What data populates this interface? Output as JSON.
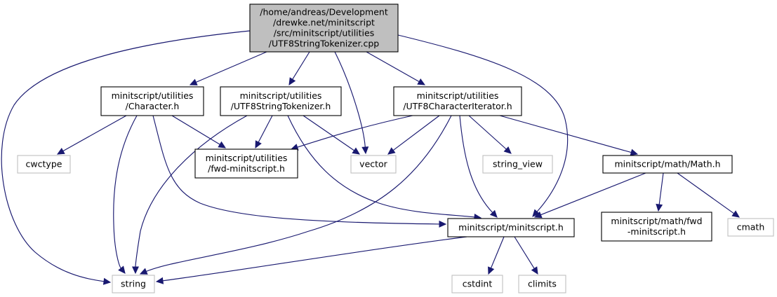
{
  "diagram": {
    "nodes": [
      {
        "id": "root",
        "lines": [
          "/home/andreas/Development",
          "/drewke.net/minitscript",
          "/src/minitscript/utilities",
          "/UTF8StringTokenizer.cpp"
        ],
        "style": "focus"
      },
      {
        "id": "character_h",
        "lines": [
          "minitscript/utilities",
          "/Character.h"
        ],
        "style": "local"
      },
      {
        "id": "utf8stringtokenizer_h",
        "lines": [
          "minitscript/utilities",
          "/UTF8StringTokenizer.h"
        ],
        "style": "local"
      },
      {
        "id": "utf8characteriterator_h",
        "lines": [
          "minitscript/utilities",
          "/UTF8CharacterIterator.h"
        ],
        "style": "local"
      },
      {
        "id": "cwctype",
        "lines": [
          "cwctype"
        ],
        "style": "external"
      },
      {
        "id": "fwd_minitscript_utilities",
        "lines": [
          "minitscript/utilities",
          "/fwd-minitscript.h"
        ],
        "style": "local"
      },
      {
        "id": "vector",
        "lines": [
          "vector"
        ],
        "style": "external"
      },
      {
        "id": "string_view",
        "lines": [
          "string_view"
        ],
        "style": "external"
      },
      {
        "id": "math_h",
        "lines": [
          "minitscript/math/Math.h"
        ],
        "style": "local"
      },
      {
        "id": "minitscript_h",
        "lines": [
          "minitscript/minitscript.h"
        ],
        "style": "local"
      },
      {
        "id": "math_fwd",
        "lines": [
          "minitscript/math/fwd",
          "-minitscript.h"
        ],
        "style": "local"
      },
      {
        "id": "cmath",
        "lines": [
          "cmath"
        ],
        "style": "external"
      },
      {
        "id": "string",
        "lines": [
          "string"
        ],
        "style": "external"
      },
      {
        "id": "cstdint",
        "lines": [
          "cstdint"
        ],
        "style": "external"
      },
      {
        "id": "climits",
        "lines": [
          "climits"
        ],
        "style": "external"
      }
    ],
    "edges": [
      [
        "root",
        "character_h"
      ],
      [
        "root",
        "utf8stringtokenizer_h"
      ],
      [
        "root",
        "vector"
      ],
      [
        "root",
        "utf8characteriterator_h"
      ],
      [
        "root",
        "minitscript_h"
      ],
      [
        "root",
        "string"
      ],
      [
        "character_h",
        "cwctype"
      ],
      [
        "character_h",
        "fwd_minitscript_utilities"
      ],
      [
        "character_h",
        "string"
      ],
      [
        "character_h",
        "minitscript_h"
      ],
      [
        "utf8stringtokenizer_h",
        "fwd_minitscript_utilities"
      ],
      [
        "utf8stringtokenizer_h",
        "vector"
      ],
      [
        "utf8stringtokenizer_h",
        "string"
      ],
      [
        "utf8stringtokenizer_h",
        "minitscript_h"
      ],
      [
        "utf8characteriterator_h",
        "fwd_minitscript_utilities"
      ],
      [
        "utf8characteriterator_h",
        "vector"
      ],
      [
        "utf8characteriterator_h",
        "string_view"
      ],
      [
        "utf8characteriterator_h",
        "math_h"
      ],
      [
        "utf8characteriterator_h",
        "string"
      ],
      [
        "utf8characteriterator_h",
        "minitscript_h"
      ],
      [
        "math_h",
        "minitscript_h"
      ],
      [
        "math_h",
        "math_fwd"
      ],
      [
        "math_h",
        "cmath"
      ],
      [
        "minitscript_h",
        "string"
      ],
      [
        "minitscript_h",
        "cstdint"
      ],
      [
        "minitscript_h",
        "climits"
      ]
    ],
    "colors": {
      "edge": "#191970",
      "focus_fill": "#bfbfbf",
      "focus_border": "#000000",
      "local_border": "#000000",
      "external_border": "#bfbfbf",
      "node_fill": "#ffffff"
    }
  }
}
